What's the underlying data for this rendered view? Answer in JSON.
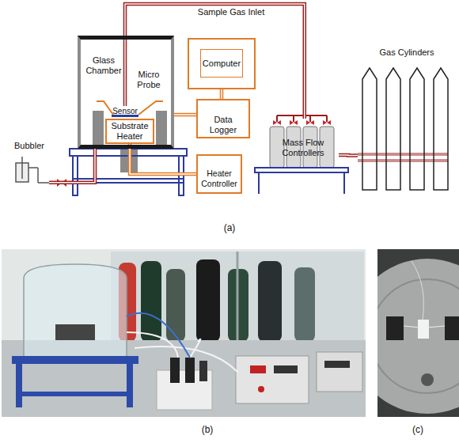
{
  "diagram": {
    "nodes": [
      {
        "text": [
          "Glass Chamber"
        ]
      },
      {
        "text": [
          "Sensor"
        ],
        "in": 0
      },
      {
        "text": [
          "Substrate Heater"
        ],
        "in": 0
      },
      {
        "text": [
          "Computer"
        ]
      },
      {
        "text": [
          "Data Logger"
        ]
      },
      {
        "text": [
          "Heater Controller"
        ]
      },
      {
        "text": [
          "Mass Flow Controllers"
        ]
      },
      {
        "text": [
          "Gas Cylinders"
        ]
      },
      {
        "text": [
          "Bubbler"
        ]
      }
    ],
    "edges": [
      {
        "from": 6,
        "to": 1,
        "label": "Sample Gas Inlet",
        "arrow": "none"
      },
      {
        "from": 7,
        "to": 6,
        "arrow": "none"
      },
      {
        "from": 0,
        "to": 4,
        "arrow": "none"
      },
      {
        "from": 4,
        "to": 3,
        "arrow": "none"
      },
      {
        "from": 2,
        "to": 5,
        "arrow": "none"
      },
      {
        "from": 0,
        "to": 8,
        "arrow": "none"
      }
    ],
    "labels": [
      "Micro Probe",
      "(a)",
      "(b)",
      "(c)"
    ]
  }
}
